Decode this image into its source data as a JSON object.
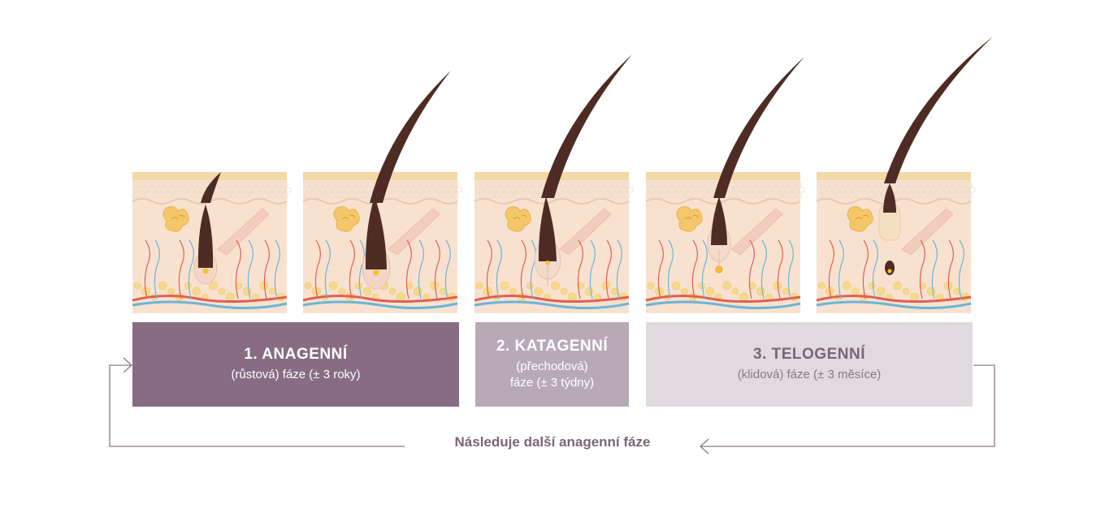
{
  "phases": [
    {
      "title": "1. ANAGENNÍ",
      "subtitle": "(růstová) fáze (± 3 roky)"
    },
    {
      "title": "2. KATAGENNÍ",
      "subtitle_line1": "(přechodová)",
      "subtitle_line2": "fáze (± 3 týdny)"
    },
    {
      "title": "3. TELOGENNÍ",
      "subtitle": "(klidová) fáze (± 3 měsíce)"
    }
  ],
  "cycle_label": "Následuje další anagenní fáze",
  "colors": {
    "anagen": "#886c84",
    "katagen": "#b9a9b7",
    "telogen": "#e0dadf",
    "hair": "#4e2c24",
    "skin": "#f8e2cf",
    "artery": "#e05f52",
    "vein": "#6bb4d8",
    "fat": "#f7d98c",
    "cycle_arrow": "#8b7a87"
  },
  "panels": [
    {
      "stage": "anagen-early"
    },
    {
      "stage": "anagen-full"
    },
    {
      "stage": "katagen"
    },
    {
      "stage": "telogen-early"
    },
    {
      "stage": "telogen-shedding"
    }
  ]
}
